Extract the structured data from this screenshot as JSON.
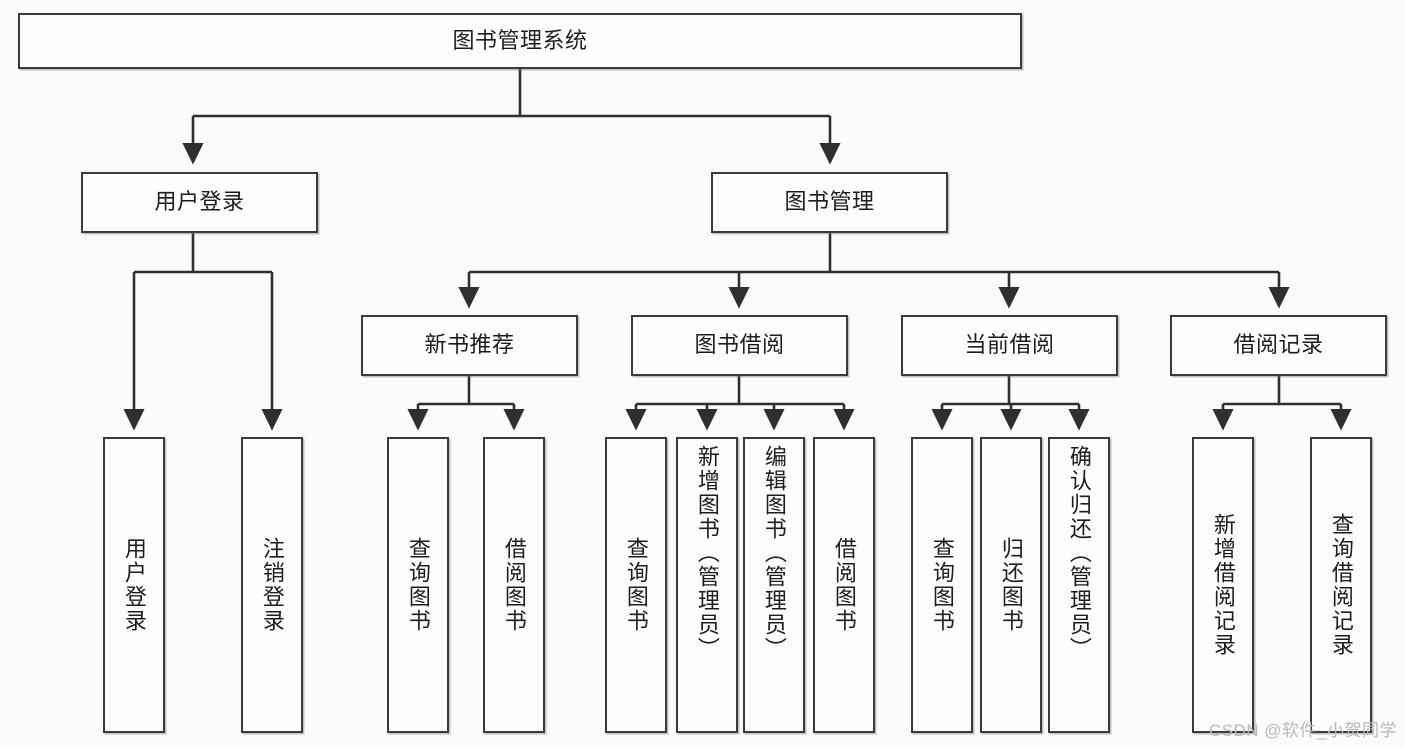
{
  "diagram": {
    "title": "图书管理系统",
    "watermark": "CSDN @软件_小贺同学",
    "colors": {
      "background": "#fbfbfb",
      "box_fill": "#fdfdfd",
      "box_border": "#3b3b3b",
      "edge": "#2f2f2f",
      "text": "#1d1d1d",
      "watermark": "#b9b9b9"
    },
    "nodes": {
      "root": {
        "label": "图书管理系统"
      },
      "level2": [
        {
          "id": "user-login",
          "label": "用户登录"
        },
        {
          "id": "book-manage",
          "label": "图书管理"
        }
      ],
      "level3": [
        {
          "id": "new-book-recommend",
          "label": "新书推荐"
        },
        {
          "id": "book-borrow",
          "label": "图书借阅"
        },
        {
          "id": "current-borrow",
          "label": "当前借阅"
        },
        {
          "id": "borrow-record",
          "label": "借阅记录"
        }
      ],
      "leaves": {
        "user_login": [
          {
            "id": "leaf-user-login",
            "label": "用户登录"
          },
          {
            "id": "leaf-logout-login",
            "label": "注销登录"
          }
        ],
        "new_book_recommend": [
          {
            "id": "leaf-query-book-1",
            "label": "查询图书"
          },
          {
            "id": "leaf-borrow-book-1",
            "label": "借阅图书"
          }
        ],
        "book_borrow": [
          {
            "id": "leaf-query-book-2",
            "label": "查询图书"
          },
          {
            "id": "leaf-add-book",
            "label": "新增图书（管理员）"
          },
          {
            "id": "leaf-edit-book",
            "label": "编辑图书（管理员）"
          },
          {
            "id": "leaf-borrow-book-2",
            "label": "借阅图书"
          }
        ],
        "current_borrow": [
          {
            "id": "leaf-query-book-3",
            "label": "查询图书"
          },
          {
            "id": "leaf-return-book",
            "label": "归还图书"
          },
          {
            "id": "leaf-confirm-return",
            "label": "确认归还（管理员）"
          }
        ],
        "borrow_record": [
          {
            "id": "leaf-add-record",
            "label": "新增借阅记录"
          },
          {
            "id": "leaf-query-record",
            "label": "查询借阅记录"
          }
        ]
      }
    }
  }
}
